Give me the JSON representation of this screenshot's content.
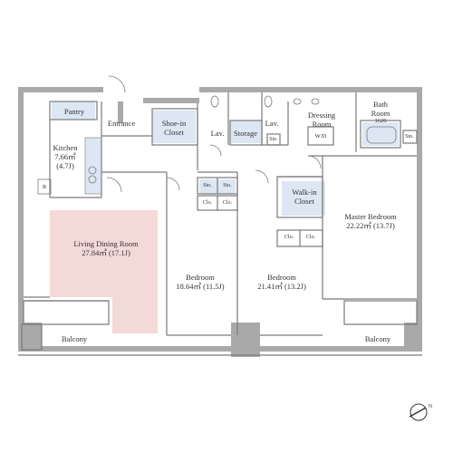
{
  "colors": {
    "wall": "#a9a9a9",
    "line": "#7a7a7a",
    "room_fill": "#f4d9d9",
    "wet_fill": "#dde6f3"
  },
  "rooms": {
    "pantry": "Pantry",
    "entrance": "Entrance",
    "shoe_in_closet_1": "Shoe-in",
    "shoe_in_closet_2": "Closet",
    "lav_1": "Lav.",
    "storage": "Storage",
    "lav_2": "Lav.",
    "sto_small": "Sto.",
    "dressing_room_1": "Dressing",
    "dressing_room_2": "Room",
    "wd": "W/D",
    "bath_room_1": "Bath",
    "bath_room_2": "Room",
    "bath_room_size": "1620",
    "sto_right": "Sto.",
    "kitchen_name": "Kitchen",
    "kitchen_area": "7.66㎡",
    "kitchen_j": "(4.7J)",
    "refrigerator": "R",
    "sto_a": "Sto.",
    "sto_b": "Sto.",
    "clo_a": "Clo.",
    "clo_b": "Clo.",
    "walkin_closet_1": "Walk-in",
    "walkin_closet_2": "Closet",
    "clo_c": "Clo.",
    "clo_d": "Clo.",
    "master_bedroom_name": "Master Bedroom",
    "master_bedroom_area": "22.22㎡ (13.7J)",
    "living_dining_name": "Living Dining Room",
    "living_dining_area": "27.84㎡ (17.1J)",
    "bedroom1_name": "Bedroom",
    "bedroom1_area": "18.64㎡ (11.5J)",
    "bedroom2_name": "Bedroom",
    "bedroom2_area": "21.41㎡ (13.2J)",
    "balcony_left": "Balcony",
    "balcony_right": "Balcony",
    "compass_letter": "N"
  }
}
